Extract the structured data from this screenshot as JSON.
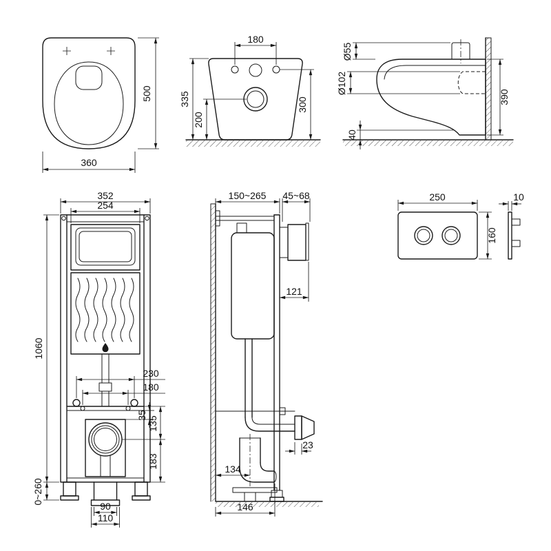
{
  "drawing": {
    "bowl_top": {
      "length": "500",
      "width": "360"
    },
    "bowl_back": {
      "hole_spacing": "180",
      "height_total": "335",
      "drain_height": "200",
      "fixing_height": "300"
    },
    "bowl_side": {
      "inlet_diameter": "Ø55",
      "outlet_diameter": "Ø102",
      "depth": "390",
      "bottom_gap": "40"
    },
    "frame_front": {
      "width": "352",
      "inner_width": "254",
      "height": "1060",
      "stud_spacing_wide": "230",
      "stud_spacing_narrow": "180",
      "bar_offset": "35",
      "drain_offset": "135",
      "drain_to_base": "183",
      "foot_range": "0~260",
      "drain_d1": "90",
      "drain_d2": "110"
    },
    "frame_side": {
      "wall_depth": "150~265",
      "sleeve_range": "45~68",
      "cistern_offset": "121",
      "cone_offset": "23",
      "drain_wall_offset": "134",
      "outlet_depth": "146"
    },
    "flush_plate": {
      "width": "250",
      "height": "160",
      "thickness": "10"
    }
  }
}
